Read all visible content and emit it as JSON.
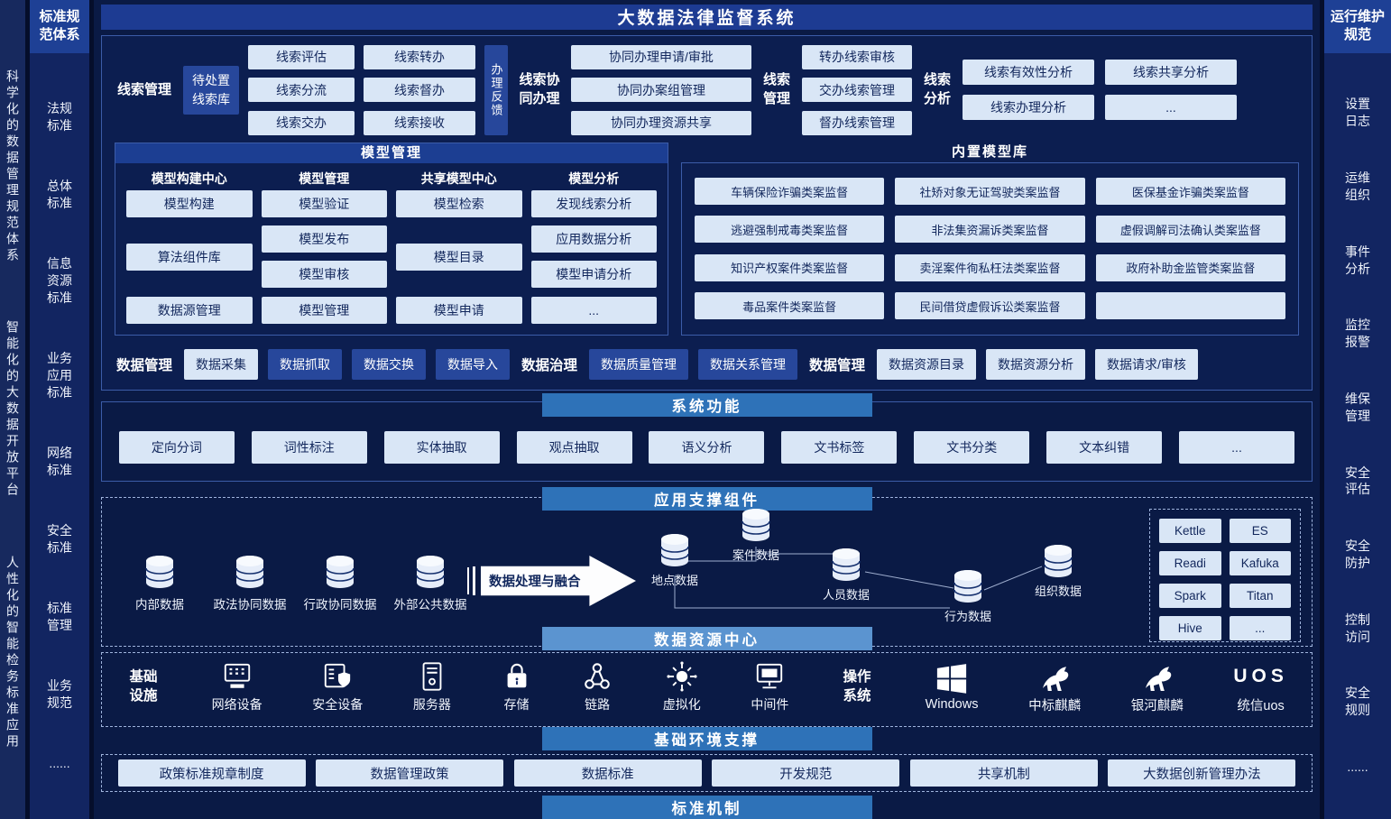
{
  "title": "大数据法律监督系统",
  "left_rail": {
    "phrases": [
      "科学化的数据管理规范体系",
      "智能化的大数据开放平台",
      "人性化的智能检务标准应用"
    ]
  },
  "left_sidebar": {
    "header": "标准规范体系",
    "items": [
      "法规标准",
      "总体标准",
      "信息资源标准",
      "业务应用标准",
      "网络标准",
      "安全标准",
      "标准管理",
      "业务规范",
      "......"
    ]
  },
  "right_sidebar": {
    "header": "运行维护规范",
    "items": [
      "设置日志",
      "运维组织",
      "事件分析",
      "监控报警",
      "维保管理",
      "安全评估",
      "安全防护",
      "控制访问",
      "安全规则",
      "......"
    ]
  },
  "clue": {
    "manage_label": "线索管理",
    "pending_box": "待处置线索库",
    "col1": [
      "线索评估",
      "线索分流",
      "线索交办"
    ],
    "col2": [
      "线索转办",
      "线索督办",
      "线索接收"
    ],
    "feedback": "办理反馈",
    "collab_label": "线索协同办理",
    "collab_items": [
      "协同办理申请/审批",
      "协同办案组管理",
      "协同办理资源共享"
    ],
    "manage2_label": "线索管理",
    "manage2_items": [
      "转办线索审核",
      "交办线索管理",
      "督办线索管理"
    ],
    "analysis_label": "线索分析",
    "analysis_items": [
      "线索有效性分析",
      "线索共享分析",
      "线索办理分析",
      "..."
    ]
  },
  "model": {
    "header": "模型管理",
    "columns": [
      {
        "title": "模型构建中心",
        "items": [
          "模型构建",
          "算法组件库",
          "数据源管理"
        ]
      },
      {
        "title": "模型管理",
        "items": [
          "模型验证",
          "模型发布",
          "模型审核",
          "模型管理"
        ]
      },
      {
        "title": "共享模型中心",
        "items": [
          "模型检索",
          "模型目录",
          "模型申请"
        ]
      },
      {
        "title": "模型分析",
        "items": [
          "发现线索分析",
          "应用数据分析",
          "模型申请分析",
          "..."
        ]
      }
    ],
    "library_header": "内置模型库",
    "library_items": [
      "车辆保险诈骗类案监督",
      "社矫对象无证驾驶类案监督",
      "医保基金诈骗类案监督",
      "逃避强制戒毒类案监督",
      "非法集资漏诉类案监督",
      "虚假调解司法确认类案监督",
      "知识产权案件类案监督",
      "卖淫案件徇私枉法类案监督",
      "政府补助金监管类案监督",
      "毒品案件类案监督",
      "民间借贷虚假诉讼类案监督",
      ""
    ]
  },
  "data_mgmt": {
    "items": [
      {
        "label": "数据管理",
        "style": "bold-label"
      },
      {
        "label": "数据采集",
        "style": "light"
      },
      {
        "label": "数据抓取",
        "style": "mid"
      },
      {
        "label": "数据交换",
        "style": "mid"
      },
      {
        "label": "数据导入",
        "style": "mid"
      },
      {
        "label": "数据治理",
        "style": "bold-label"
      },
      {
        "label": "数据质量管理",
        "style": "mid"
      },
      {
        "label": "数据关系管理",
        "style": "mid"
      },
      {
        "label": "数据管理",
        "style": "bold-label"
      },
      {
        "label": "数据资源目录",
        "style": "light"
      },
      {
        "label": "数据资源分析",
        "style": "light"
      },
      {
        "label": "数据请求/审核",
        "style": "light"
      }
    ]
  },
  "system_functions": {
    "header": "系统功能",
    "items": [
      "定向分词",
      "词性标注",
      "实体抽取",
      "观点抽取",
      "语义分析",
      "文书标签",
      "文书分类",
      "文本纠错",
      "..."
    ]
  },
  "app_support": {
    "header": "应用支撑组件",
    "sources": [
      "内部数据",
      "政法协同数据",
      "行政协同数据",
      "外部公共数据"
    ],
    "arrow_label": "数据处理与融合",
    "fused": [
      "地点数据",
      "案件数据",
      "人员数据",
      "行为数据",
      "组织数据"
    ],
    "tech": [
      "Kettle",
      "ES",
      "Readi",
      "Kafuka",
      "Spark",
      "Titan",
      "Hive",
      "..."
    ]
  },
  "resource_center_header": "数据资源中心",
  "infrastructure": {
    "facility_label": "基础设施",
    "devices": [
      "网络设备",
      "安全设备",
      "服务器",
      "存储",
      "链路",
      "虚拟化",
      "中间件"
    ],
    "os_label": "操作系统",
    "os_items": [
      "Windows",
      "中标麒麟",
      "银河麒麟",
      "统信uos"
    ],
    "uos_logo": "UOS"
  },
  "env_header": "基础环境支撑",
  "policy": {
    "items": [
      "政策标准规章制度",
      "数据管理政策",
      "数据标准",
      "开发规范",
      "共享机制",
      "大数据创新管理办法"
    ]
  },
  "mechanism_header": "标准机制",
  "colors": {
    "background": "#0a1a45",
    "light_box": "#d9e6f6",
    "mid_box": "#27479b",
    "header_blue": "#2e72b8",
    "resource_header_blue": "#5b94d0",
    "title_blue": "#1d3b92"
  }
}
